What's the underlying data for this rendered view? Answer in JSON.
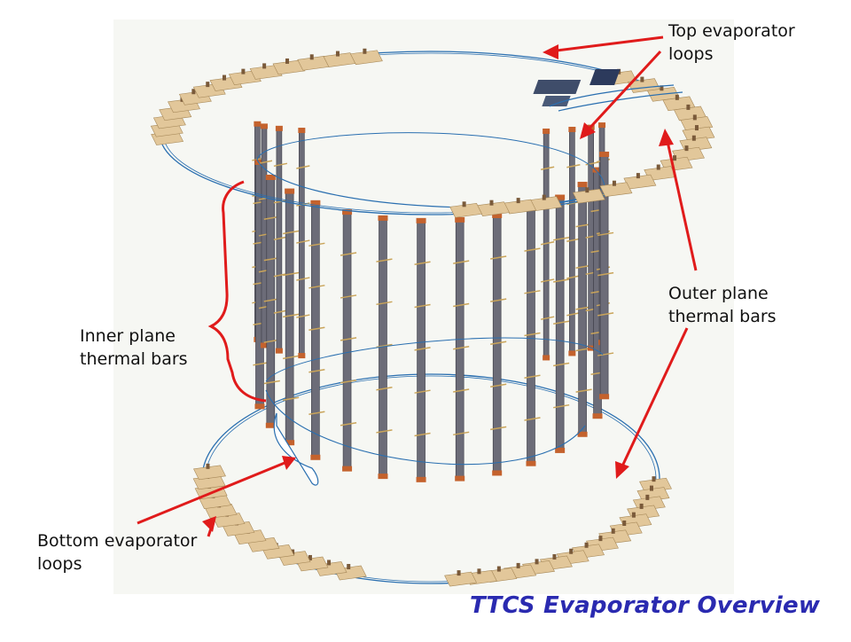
{
  "labels": {
    "top_evaporator": [
      "Top evaporator",
      "loops"
    ],
    "outer_plane": [
      "Outer plane",
      "thermal bars"
    ],
    "inner_plane": [
      "Inner plane",
      "thermal bars"
    ],
    "bottom_evaporator": [
      "Bottom evaporator",
      "loops"
    ]
  },
  "title": "TTCS Evaporator Overview",
  "colors": {
    "background_panel": "#f6f7f3",
    "arrow": "#e01b1b",
    "title": "#2a2ab0",
    "loop_line": "#2a6fb0",
    "pad": "#e2c79a",
    "bar": "#6c6c78",
    "bar_cap": "#c4622d",
    "strap": "#c9a45a"
  }
}
